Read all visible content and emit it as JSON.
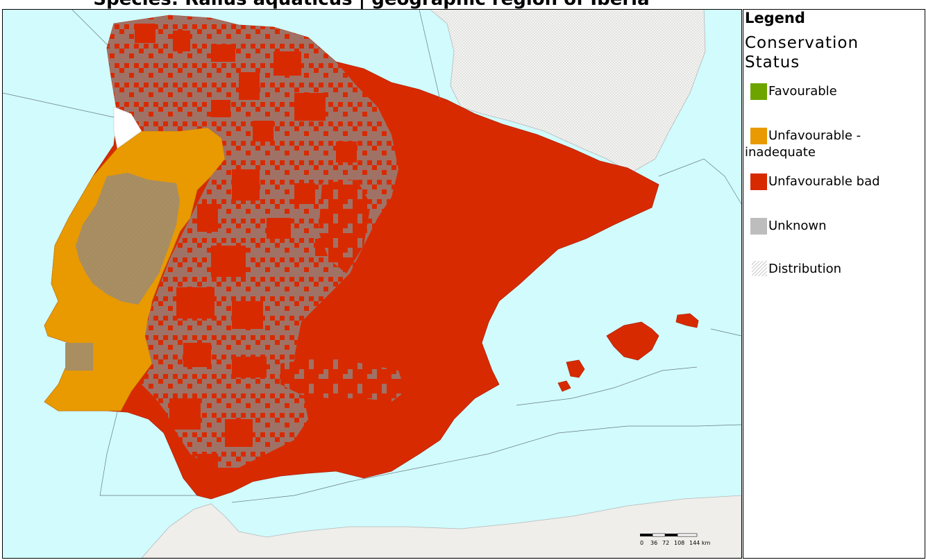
{
  "map": {
    "title": "Species: Rallus aquaticus | geographic region of Iberia"
  },
  "legend": {
    "title": "Legend",
    "subtitle": "Conservation Status",
    "items": [
      {
        "label": "Favourable",
        "color": "#6ea400"
      },
      {
        "label": "Unfavourable -",
        "label2": "inadequate",
        "color": "#e89a00"
      },
      {
        "label": "Unfavourable bad",
        "color": "#d82a00"
      },
      {
        "label": "Unknown",
        "color": "#bdbdbd"
      },
      {
        "label": "Distribution",
        "color": "#9a9a9a"
      }
    ]
  },
  "scale": {
    "ticks": [
      "0",
      "36",
      "72",
      "108",
      "144 km"
    ]
  },
  "colors": {
    "sea": "#d1fbfd",
    "land_other": "#efeeea",
    "bad": "#d82a00",
    "inadequate": "#e89a00",
    "unknown_overlay": "#a07266",
    "unknown_on_orange": "#a98e62"
  }
}
